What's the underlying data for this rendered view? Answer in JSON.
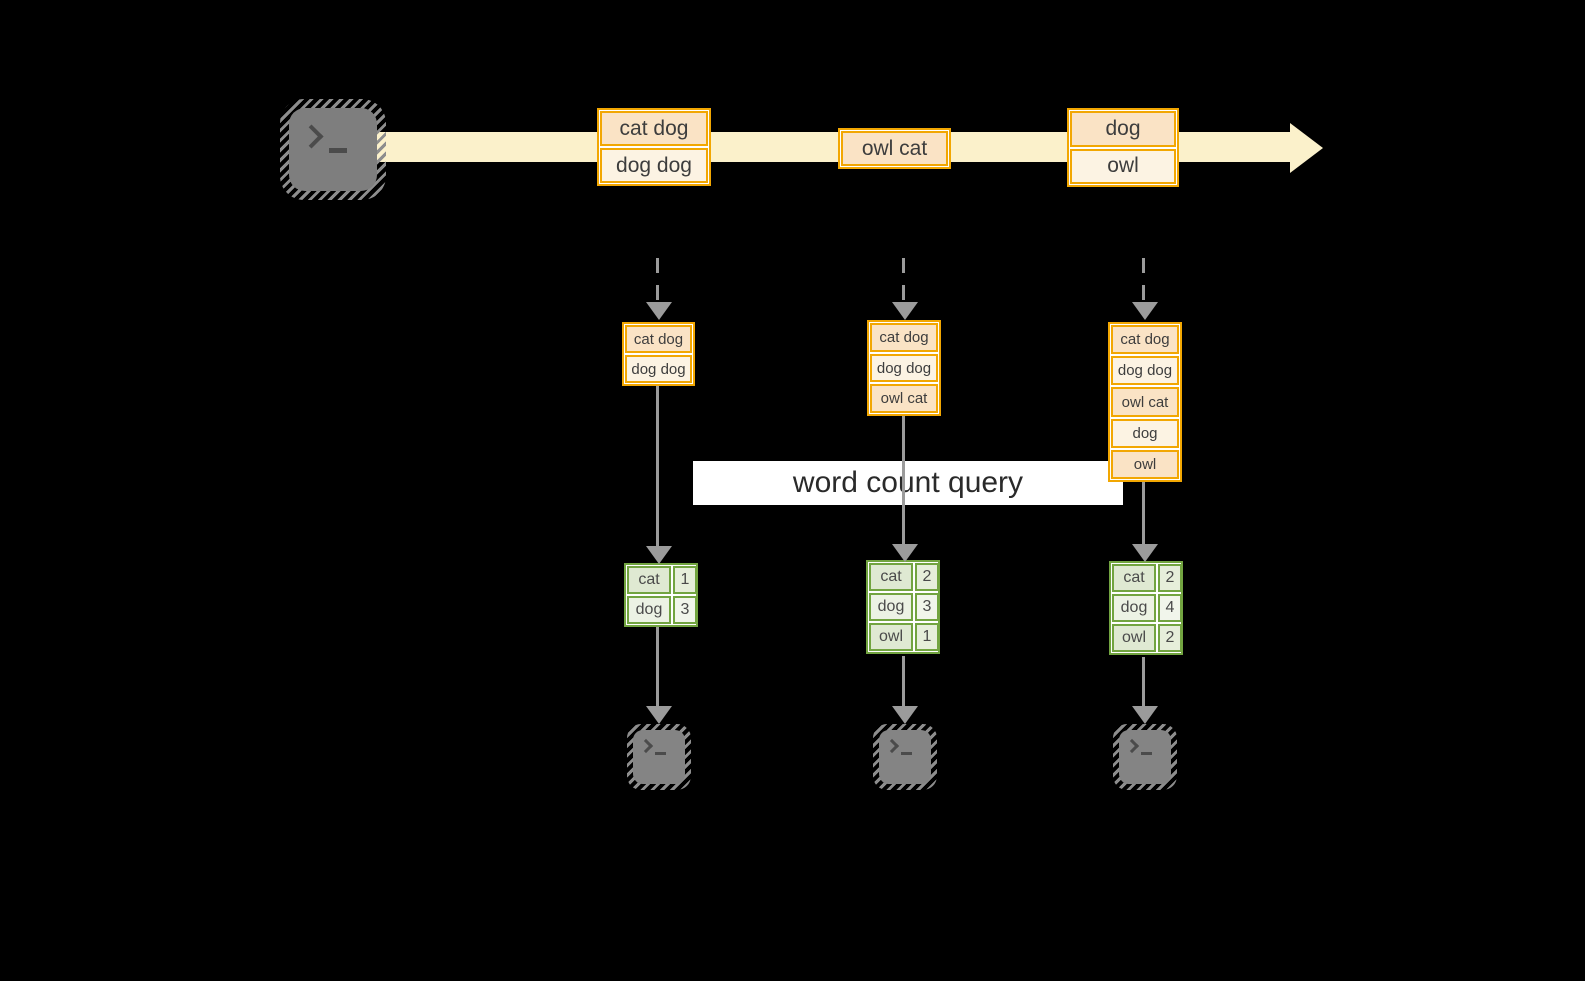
{
  "colors": {
    "background": "#000000",
    "stream_band": "#FBF1CB",
    "amber_border": "#F2A702",
    "peach_fill": "#FAE3C5",
    "cream_fill": "#FCF3E3",
    "green_border": "#72A440",
    "green_fill_dark": "#DFE9D2",
    "green_fill_light": "#ECF2E4",
    "arrow_gray": "#9B9B9B",
    "terminal_gray": "#7E7E7E",
    "label_bg": "#FFFFFF"
  },
  "stream": {
    "batches": [
      {
        "items": [
          "cat dog",
          "dog dog"
        ]
      },
      {
        "items": [
          "owl cat"
        ]
      },
      {
        "items": [
          "dog",
          "owl"
        ]
      }
    ]
  },
  "query_label": "word count query",
  "columns": [
    {
      "input": [
        "cat dog",
        "dog dog"
      ],
      "counts": [
        {
          "word": "cat",
          "count": "1"
        },
        {
          "word": "dog",
          "count": "3"
        }
      ]
    },
    {
      "input": [
        "cat dog",
        "dog dog",
        "owl cat"
      ],
      "counts": [
        {
          "word": "cat",
          "count": "2"
        },
        {
          "word": "dog",
          "count": "3"
        },
        {
          "word": "owl",
          "count": "1"
        }
      ]
    },
    {
      "input": [
        "cat dog",
        "dog dog",
        "owl cat",
        "dog",
        "owl"
      ],
      "counts": [
        {
          "word": "cat",
          "count": "2"
        },
        {
          "word": "dog",
          "count": "4"
        },
        {
          "word": "owl",
          "count": "2"
        }
      ]
    }
  ],
  "icons": {
    "source": "terminal-icon",
    "outputs": [
      "terminal-icon",
      "terminal-icon",
      "terminal-icon"
    ]
  }
}
